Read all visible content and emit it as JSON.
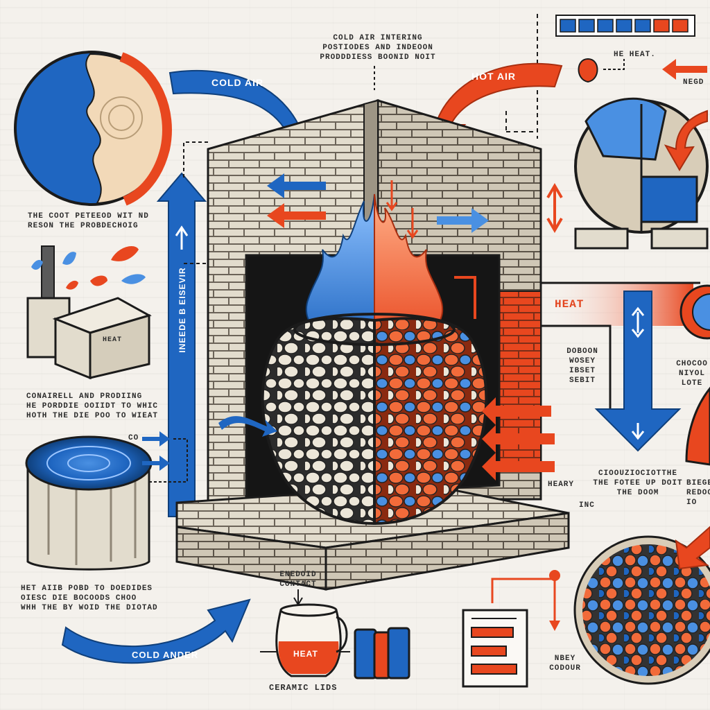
{
  "colors": {
    "blue": "#1f66c1",
    "light_blue": "#4a90e2",
    "red": "#e8471f",
    "orange": "#f26b3a",
    "brick": "#e2dccd",
    "mortar": "#6b6358",
    "dark": "#1b1b1b",
    "paper": "#f4f1ec"
  },
  "legend_swatches": [
    "#1f66c1",
    "#1f66c1",
    "#1f66c1",
    "#1f66c1",
    "#1f66c1",
    "#e8471f",
    "#e8471f"
  ],
  "labels": {
    "top_caption": "COLD AIR INTERING\nPOSTIODES AND INDEOON\nPRODDDIESS BOONID NOIT",
    "cold_air_top": "COLD AIR",
    "hot_air_top": "HOT AIR",
    "he_heat": "HE HEAT.",
    "negd": "NEGD",
    "left_desc": "THE COOT PETEEOD WIT ND\nRESON THE PROBDECHOIG",
    "heat_box": "HEAT",
    "left_mid_desc": "CONAIRELL AND PRODIING\nHE PORDDIE OOIIDT TO WHIC\nHOTH THE DIE POO TO WIEAT",
    "co_mark": "CO",
    "vertical_blue_arrow": "INEEDE B EISEVIR",
    "heat_side": "HEAT",
    "right_mid_desc": "DOBOON\nWOSEY\nIBSET\nSEBIT",
    "far_right_desc": "CHOCOO\nNIYOL\nLOTE",
    "heaty": "HEARY",
    "ic_mark": "INC",
    "circulation_desc": "CIOOUZIOCIOTTHE\nTHE FOTEE UP DOIT\nTHE DOOM",
    "right_edge_desc": "BIEGE\nREDOO\nIO",
    "bottom_left_desc": "HET AIIB POBD TO DOEDIDES\nOIESC DIE BOCOODS CHOO\nWHH THE BY WOID THE DIOTAD",
    "cold_ander": "COLD ANDER",
    "energy_contact": "ENEDOID\nCONTACT",
    "heat_jug": "HEAT",
    "ceramic_lids": "CERAMIC LIDS",
    "nbey_codour": "NBEY\nCODOUR"
  }
}
